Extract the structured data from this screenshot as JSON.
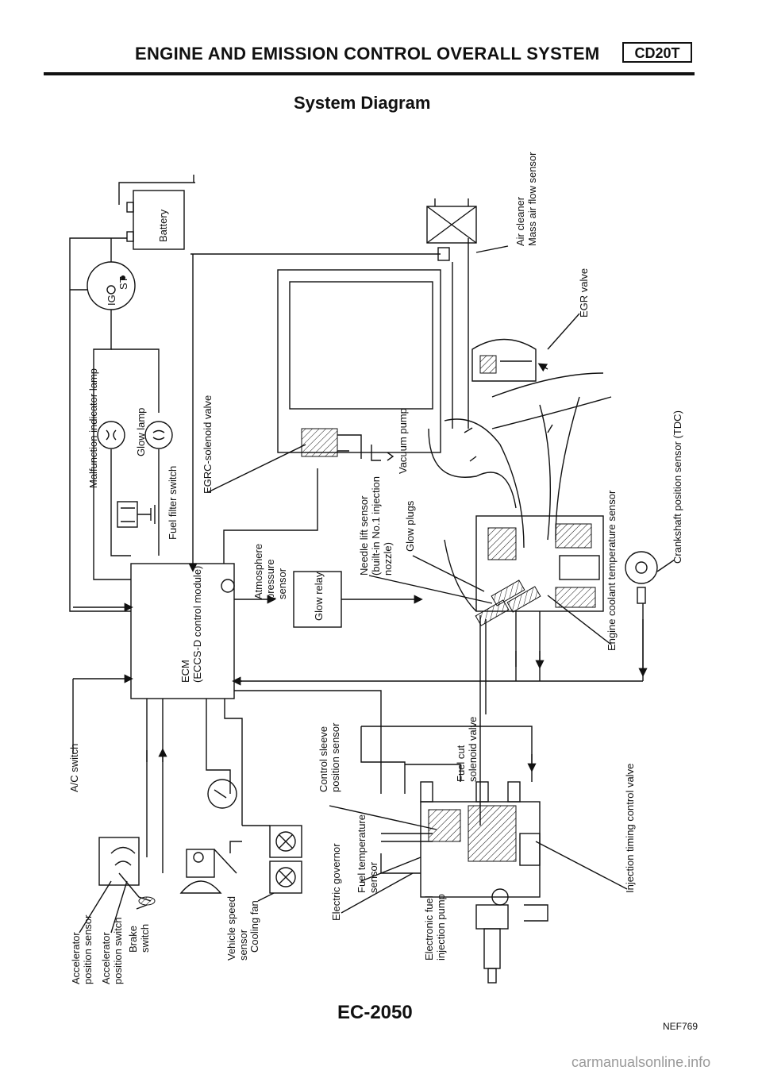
{
  "header": {
    "title": "ENGINE AND EMISSION CONTROL OVERALL SYSTEM",
    "badge": "CD20T"
  },
  "section_title": "System Diagram",
  "page_number": "EC-2050",
  "figure_code": "NEF769",
  "watermark": "carmanualsonline.info",
  "components": {
    "battery": "Battery",
    "ignition_switch_ig": "IG",
    "ignition_switch_st": "ST",
    "malfunction_lamp": "Malfunction indicator lamp",
    "glow_lamp": "Glow lamp",
    "fuel_filter_switch": "Fuel filter switch",
    "egrc_solenoid": "EGRC-solenoid valve",
    "ecm_line1": "ECM",
    "ecm_line2": "(ECCS-D control module)",
    "atmosphere_line1": "Atmosphere",
    "atmosphere_line2": "pressure",
    "atmosphere_line3": "sensor",
    "glow_relay": "Glow relay",
    "needle_line1": "Needle lift sensor",
    "needle_line2": "(built-in No.1 injection",
    "needle_line3": "nozzle)",
    "glow_plugs": "Glow plugs",
    "vacuum_pump": "Vacuum pump",
    "air_cleaner": "Air cleaner",
    "maf_sensor": "Mass air flow sensor",
    "egr_valve": "EGR valve",
    "crankshaft_sensor": "Crankshaft position sensor (TDC)",
    "coolant_sensor": "Engine coolant temperature sensor",
    "ac_switch": "A/C switch",
    "control_sleeve_line1": "Control sleeve",
    "control_sleeve_line2": "position sensor",
    "fuel_cut_line1": "Fuel cut",
    "fuel_cut_line2": "solenoid valve",
    "injection_timing": "Injection timing control valve",
    "fuel_temp_line1": "Fuel temperature",
    "fuel_temp_line2": "sensor",
    "electric_governor": "Electric governor",
    "injection_pump_line1": "Electronic fuel",
    "injection_pump_line2": "injection pump",
    "accel_sensor_line1": "Accelerator",
    "accel_sensor_line2": "position sensor",
    "accel_switch_line1": "Accelerator",
    "accel_switch_line2": "position switch",
    "brake_line1": "Brake",
    "brake_line2": "switch",
    "vss_line1": "Vehicle speed",
    "vss_line2": "sensor",
    "cooling_fan": "Cooling fan"
  }
}
